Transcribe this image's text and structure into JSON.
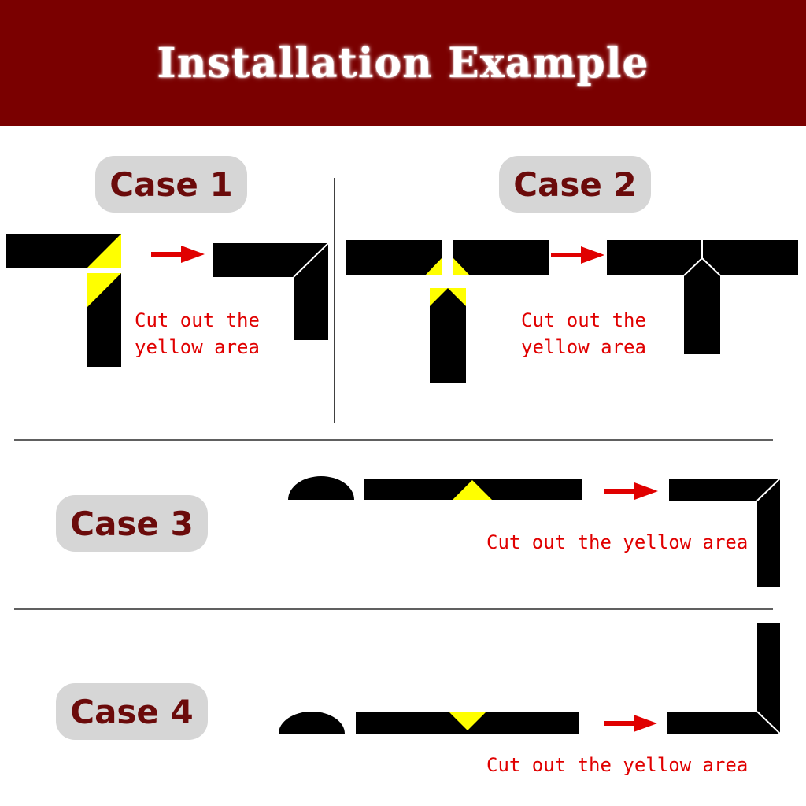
{
  "header": {
    "title": "Installation Example",
    "background_color": "#7a0000"
  },
  "cases": [
    {
      "label": "Case 1",
      "instruction_line1": "Cut out the",
      "instruction_line2": "yellow area"
    },
    {
      "label": "Case 2",
      "instruction_line1": "Cut out the",
      "instruction_line2": "yellow area"
    },
    {
      "label": "Case 3",
      "instruction": "Cut out the yellow area"
    },
    {
      "label": "Case 4",
      "instruction": "Cut out the yellow area"
    }
  ],
  "colors": {
    "strip": "#000000",
    "cut_area": "#ffff00",
    "arrow": "#e00000",
    "label_text": "#6b0b0b",
    "pill_background": "#d6d6d6"
  }
}
